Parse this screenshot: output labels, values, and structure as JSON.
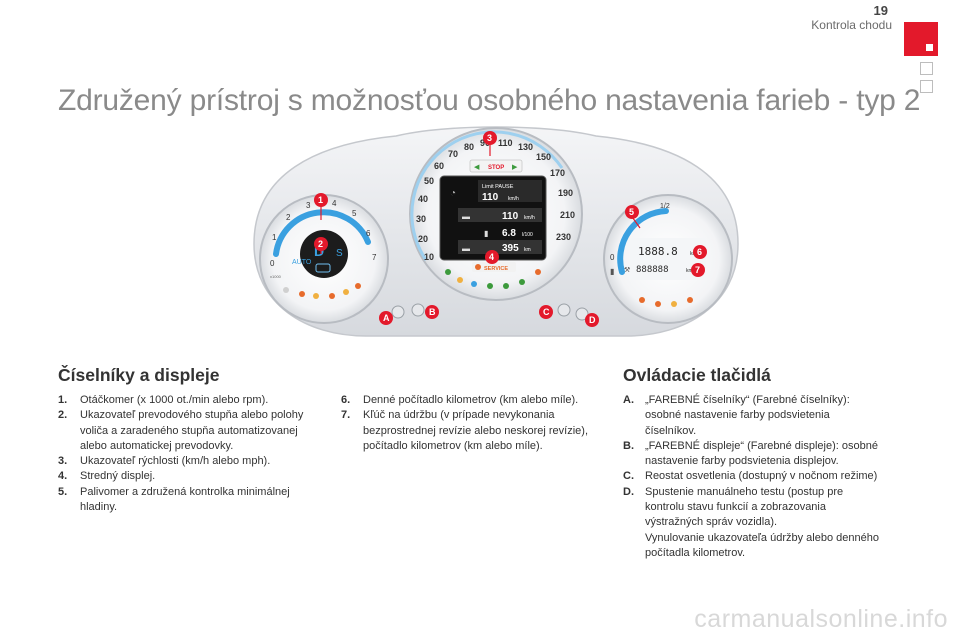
{
  "header": {
    "page_number": "19",
    "chapter": "Kontrola chodu"
  },
  "title": "Združený prístroj s možnosťou osobného nastavenia farieb - typ 2",
  "figure": {
    "callouts": {
      "c1": "1",
      "c2": "2",
      "c3": "3",
      "c4": "4",
      "c5": "5",
      "c6": "6",
      "c7": "7",
      "cA": "A",
      "cB": "B",
      "cC": "C",
      "cD": "D"
    },
    "tach_labels": [
      "0",
      "1",
      "2",
      "3",
      "4",
      "5",
      "6",
      "7"
    ],
    "tach_x1000": "x1000",
    "gear_letters": "D",
    "gear_suffix": "S",
    "gear_auto": "AUTO",
    "speed_labels": [
      "10",
      "20",
      "30",
      "40",
      "50",
      "60",
      "70",
      "80",
      "90",
      "110",
      "130",
      "150",
      "170",
      "190",
      "210",
      "230"
    ],
    "stop_label": "STOP",
    "display": {
      "limit_label": "Limit PAUSE",
      "limit_speed": "110",
      "limit_unit": "km/h",
      "row1_value": "110",
      "row1_unit": "km/h",
      "row2_value": "6.8",
      "row2_unit": "l/100",
      "row3_value": "395",
      "row3_unit": "km"
    },
    "service_label": "SERVICE",
    "fuel_half": "1/2",
    "fuel_zero": "0",
    "odo_top": "1888.8",
    "odo_top_unit": "km",
    "odo_bottom": "888888",
    "odo_bottom_unit": "km"
  },
  "left": {
    "heading": "Číselníky a displeje",
    "items": [
      {
        "num": "1.",
        "lines": [
          "Otáčkomer (x 1000 ot./min alebo rpm)."
        ]
      },
      {
        "num": "2.",
        "lines": [
          "Ukazovateľ prevodového stupňa alebo polohy voliča a zaradeného stupňa automatizovanej alebo automatickej prevodovky."
        ]
      },
      {
        "num": "3.",
        "lines": [
          "Ukazovateľ rýchlosti (km/h alebo mph)."
        ]
      },
      {
        "num": "4.",
        "lines": [
          "Stredný displej."
        ]
      },
      {
        "num": "5.",
        "lines": [
          "Palivomer a združená kontrolka minimálnej hladiny."
        ]
      }
    ]
  },
  "middle": {
    "items": [
      {
        "num": "6.",
        "lines": [
          "Denné počítadlo kilometrov (km alebo míle)."
        ]
      },
      {
        "num": "7.",
        "lines": [
          "Kľúč na údržbu (v prípade nevykonania bezprostrednej revízie alebo neskorej revízie),",
          "počítadlo kilometrov (km alebo míle)."
        ]
      }
    ]
  },
  "right": {
    "heading": "Ovládacie tlačidlá",
    "items": [
      {
        "num": "A.",
        "lines": [
          "„FAREBNÉ číselníky“ (Farebné číselníky): osobné nastavenie farby podsvietenia číselníkov."
        ]
      },
      {
        "num": "B.",
        "lines": [
          "„FAREBNÉ displeje“ (Farebné displeje): osobné nastavenie farby podsvietenia displejov."
        ]
      },
      {
        "num": "C.",
        "lines": [
          "Reostat osvetlenia (dostupný v nočnom režime)"
        ]
      },
      {
        "num": "D.",
        "lines": [
          "Spustenie manuálneho testu (postup pre kontrolu stavu funkcií a zobrazovania výstražných správ vozidla).",
          "Vynulovanie ukazovateľa údržby alebo denného počítadla kilometrov."
        ]
      }
    ]
  },
  "watermark": "carmanualsonline.info",
  "colors": {
    "accent_red": "#e3192b",
    "gauge_blue": "#3aa0e0",
    "display_black": "#111111"
  }
}
